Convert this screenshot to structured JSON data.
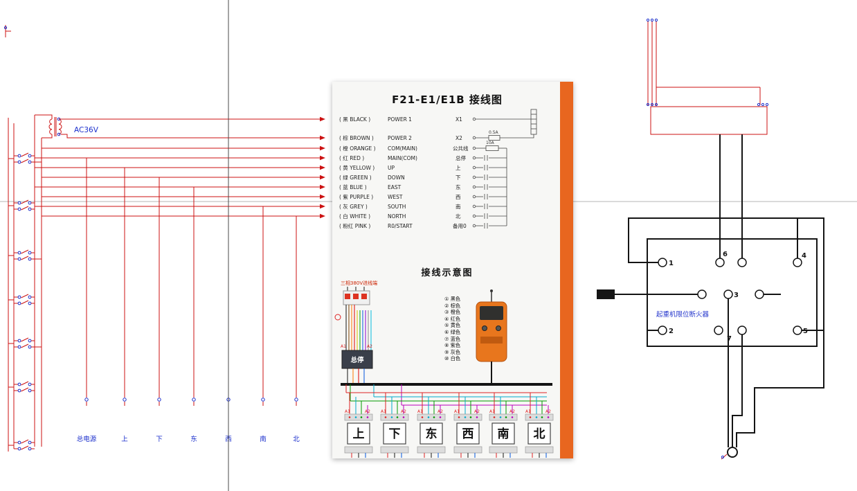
{
  "left_schematic": {
    "supply_label": "AC36V",
    "bottom_terminal_labels": [
      "总电源",
      "上",
      "下",
      "东",
      "西",
      "南",
      "北"
    ]
  },
  "datasheet": {
    "title": "F21-E1/E1B 接线图",
    "accent_orange": "#e8661f",
    "table": {
      "rows": [
        {
          "color": "( 黑 BLACK )",
          "function": "POWER 1",
          "terminal": "X1"
        },
        {
          "color": "( 棕 BROWN )",
          "function": "POWER 2",
          "terminal": "X2"
        },
        {
          "color": "( 橙 ORANGE )",
          "function": "COM(MAIN)",
          "terminal": "公共线"
        },
        {
          "color": "( 红 RED )",
          "function": "MAIN(COM)",
          "terminal": "总停"
        },
        {
          "color": "( 黄 YELLOW )",
          "function": "UP",
          "terminal": "上"
        },
        {
          "color": "( 绿 GREEN )",
          "function": "DOWN",
          "terminal": "下"
        },
        {
          "color": "( 蓝 BLUE )",
          "function": "EAST",
          "terminal": "东"
        },
        {
          "color": "( 紫 PURPLE )",
          "function": "WEST",
          "terminal": "西"
        },
        {
          "color": "( 灰 GREY )",
          "function": "SOUTH",
          "terminal": "南"
        },
        {
          "color": "( 白 WHITE )",
          "function": "NORTH",
          "terminal": "北"
        },
        {
          "color": "( 粉红 PINK )",
          "function": "R0/START",
          "terminal": "备用0"
        }
      ],
      "fuse_small": "0.5A",
      "fuse_large": "10A"
    },
    "diagram_title": "接线示意图",
    "incoming_label": "三相380V进线端",
    "color_legend": [
      "① 黑色",
      "② 棕色",
      "③ 橙色",
      "④ 红色",
      "⑤ 黄色",
      "⑥ 绿色",
      "⑦ 蓝色",
      "⑧ 紫色",
      "⑨ 灰色",
      "⑩ 白色"
    ],
    "main_stop_label": "总停",
    "contactors": [
      "上",
      "下",
      "东",
      "西",
      "南",
      "北"
    ],
    "coil_terminal_a1": "A1",
    "coil_terminal_a2": "A2"
  },
  "right_schematic": {
    "device_label": "起重机限位断火器",
    "terminals": {
      "t1": "1",
      "t2": "2",
      "t3": "3",
      "t4": "4",
      "t5": "5",
      "t6": "6",
      "t7": "7"
    }
  }
}
